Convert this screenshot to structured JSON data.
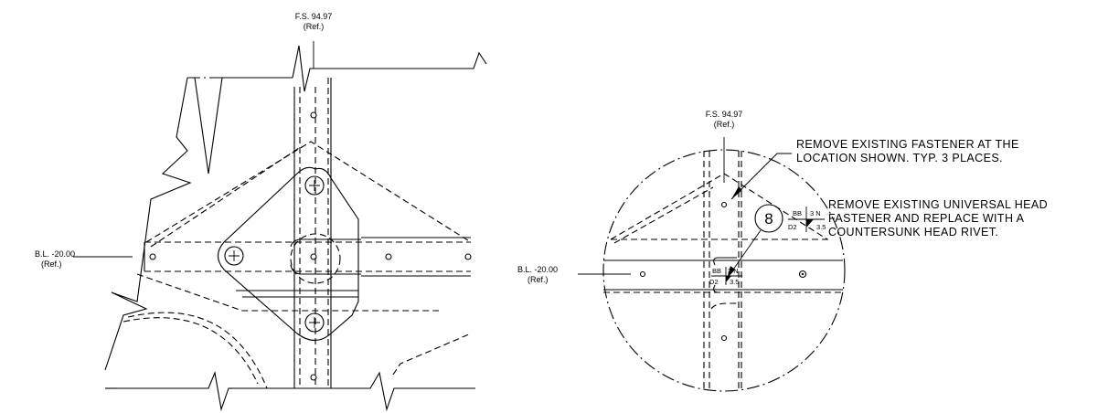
{
  "left_view": {
    "fs_ref": {
      "line1": "F.S. 94.97",
      "line2": "(Ref.)"
    },
    "bl_ref": {
      "line1": "B.L. -20.00",
      "line2": "(Ref.)"
    }
  },
  "right_view": {
    "fs_ref": {
      "line1": "F.S. 94.97",
      "line2": "(Ref.)"
    },
    "bl_ref": {
      "line1": "B.L. -20.00",
      "line2": "(Ref.)"
    },
    "note_remove": {
      "line1": "REMOVE EXISTING FASTENER AT THE",
      "line2": "LOCATION SHOWN.  TYP. 3 PLACES."
    },
    "note_replace": {
      "line1": "REMOVE EXISTING UNIVERSAL HEAD",
      "line2": "FASTENER AND REPLACE WITH A",
      "line3": "COUNTERSUNK HEAD RIVET."
    },
    "callout_number": "8",
    "rivet_symbol": {
      "top_left": "BB",
      "top_right": "3 N",
      "bottom_left": "D2",
      "bottom_right": "3.5"
    }
  }
}
